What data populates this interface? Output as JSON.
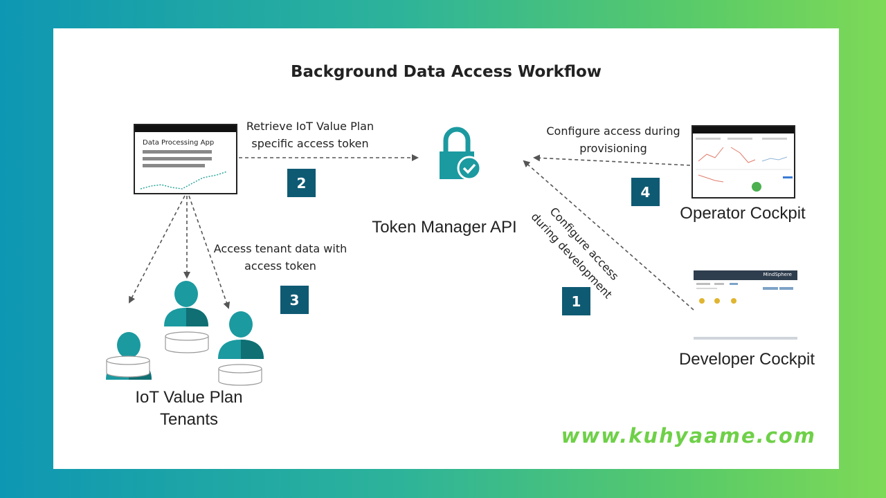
{
  "title": "Background Data Access Workflow",
  "app": {
    "window_title": "Data Processing  App"
  },
  "labels": {
    "retrieve": "Retrieve IoT Value Plan specific access token",
    "configure_provisioning": "Configure access during provisioning",
    "access_tenant": "Access tenant data with access token",
    "configure_development": "Configure access during development"
  },
  "nodes": {
    "token_manager": "Token Manager API",
    "operator_cockpit": "Operator Cockpit",
    "developer_cockpit": "Developer Cockpit",
    "tenants": "IoT Value Plan Tenants"
  },
  "steps": [
    "1",
    "2",
    "3",
    "4"
  ],
  "developer_brand": "MindSphere",
  "watermark": "www.kuhyaame.com",
  "colors": {
    "teal": "#1b9aa0",
    "teal_dark": "#0f6f73",
    "badge": "#0f5a73",
    "arrow": "#555555",
    "watermark": "#6fd048"
  },
  "icons": [
    "lock-check-icon",
    "user-icon",
    "database-icon",
    "home-icon"
  ]
}
